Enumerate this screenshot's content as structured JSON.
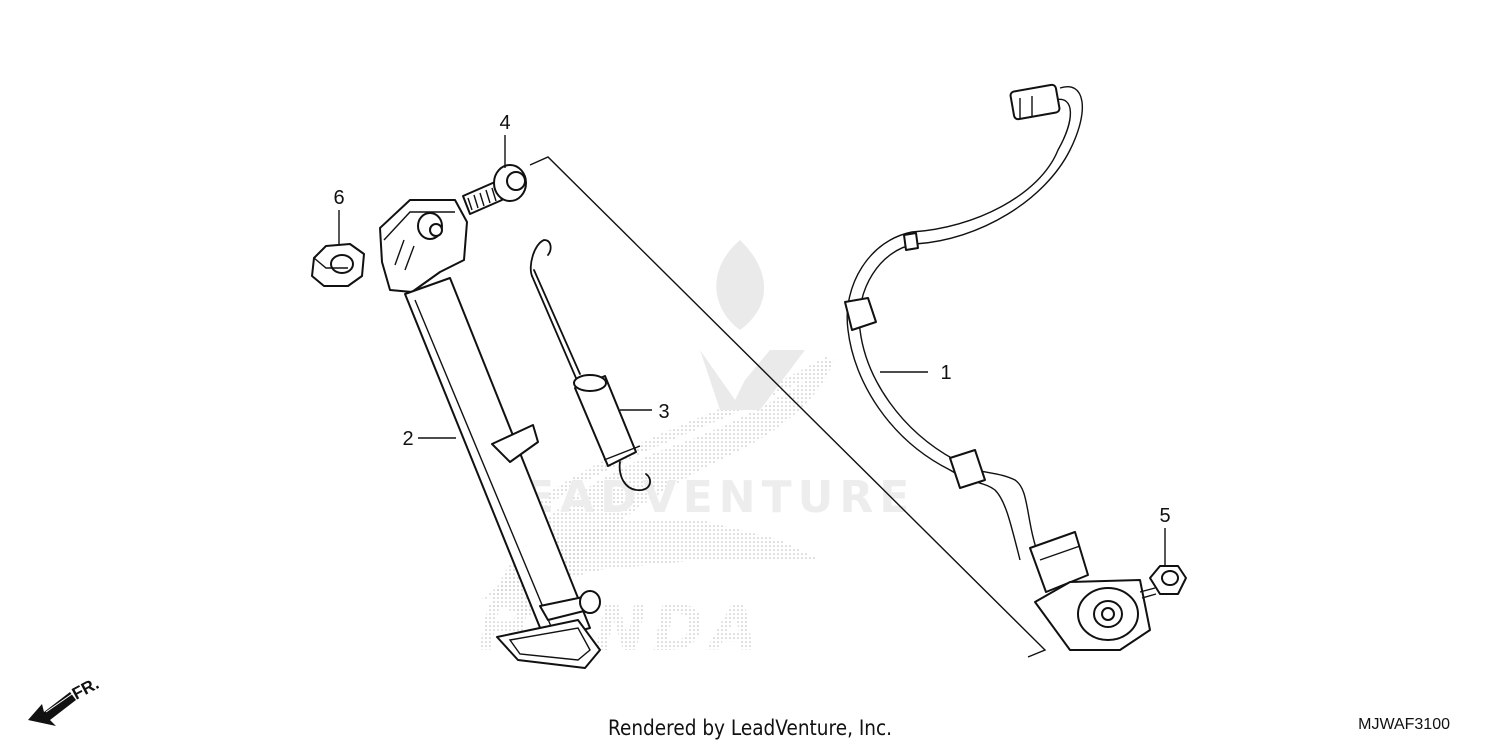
{
  "callouts": [
    {
      "id": "1",
      "label": "1"
    },
    {
      "id": "2",
      "label": "2"
    },
    {
      "id": "3",
      "label": "3"
    },
    {
      "id": "4",
      "label": "4"
    },
    {
      "id": "5",
      "label": "5"
    },
    {
      "id": "6",
      "label": "6"
    }
  ],
  "orientation": {
    "label": "FR.",
    "icon": "front-direction-arrow-icon"
  },
  "footer": {
    "credit": "Rendered by LeadVenture, Inc.",
    "code": "MJWAF3100"
  },
  "watermark": {
    "brand": "HONDA",
    "logo": "honda-wing-and-leadventure-flame-logo"
  }
}
